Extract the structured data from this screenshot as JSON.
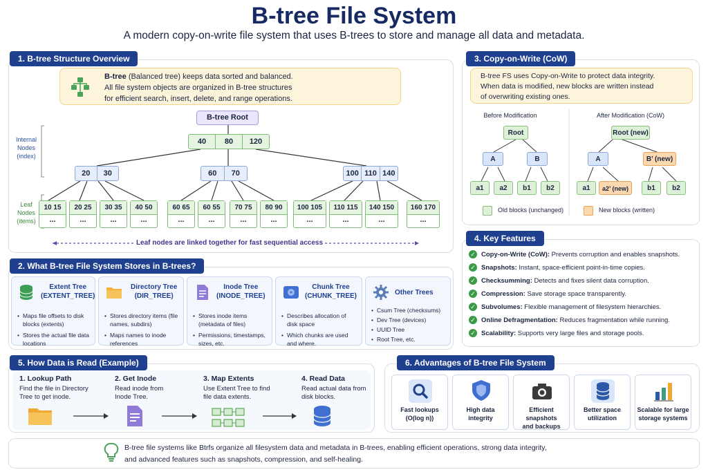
{
  "header": {
    "title": "B-tree File System",
    "subtitle": "A modern copy-on-write file system that uses B-trees to store and manage all data and metadata."
  },
  "section1": {
    "heading": "1. B-tree Structure Overview",
    "callout_line1_bold": "B-tree",
    "callout_line1_rest": " (Balanced tree) keeps data sorted and balanced.",
    "callout_line2": "All file system objects are organized in B-tree structures",
    "callout_line3": "for efficient search, insert, delete, and range operations.",
    "root_label": "B-tree Root",
    "root_keys": [
      "40",
      "80",
      "120"
    ],
    "internal_label": "Internal Nodes (index)",
    "leaf_label": "Leaf Nodes (items)",
    "internal_nodes": [
      [
        "20",
        "30"
      ],
      [
        "60",
        "70"
      ],
      [
        "100",
        "110",
        "140"
      ]
    ],
    "leaves": [
      [
        "10",
        "15"
      ],
      [
        "20",
        "25"
      ],
      [
        "30",
        "35"
      ],
      [
        "40",
        "50"
      ],
      [
        "60",
        "65"
      ],
      [
        "60",
        "55"
      ],
      [
        "70",
        "75"
      ],
      [
        "80",
        "90"
      ],
      [
        "100",
        "105"
      ],
      [
        "110",
        "115"
      ],
      [
        "140",
        "150"
      ],
      [
        "160",
        "170"
      ]
    ],
    "ellipsis": "...",
    "leaf_link_note": "Leaf nodes are linked together for fast sequential access"
  },
  "section2": {
    "heading": "2. What B-tree File System Stores in B-trees?",
    "cards": [
      {
        "title": "Extent Tree",
        "subtitle": "(EXTENT_TREE)",
        "icon": "database-icon",
        "items": [
          "Maps file offsets to disk blocks (extents)",
          "Stores the actual file data locations"
        ]
      },
      {
        "title": "Directory Tree",
        "subtitle": "(DIR_TREE)",
        "icon": "folder-icon",
        "items": [
          "Stores directory items (file names, subdirs)",
          "Maps names to inode references"
        ]
      },
      {
        "title": "Inode Tree",
        "subtitle": "(INODE_TREE)",
        "icon": "file-icon",
        "items": [
          "Stores inode items (metadata of files)",
          "Permissions, timestamps, sizes, etc."
        ]
      },
      {
        "title": "Chunk Tree",
        "subtitle": "(CHUNK_TREE)",
        "icon": "disk-icon",
        "items": [
          "Describes allocation of disk space",
          "Which chunks are used and where."
        ]
      },
      {
        "title": "Other Trees",
        "subtitle": "",
        "icon": "gear-icon",
        "items": [
          "Csum Tree (checksums)",
          "Dev Tree (devices)",
          "UUID Tree",
          "Root Tree, etc."
        ]
      }
    ]
  },
  "section3": {
    "heading": "3. Copy-on-Write (CoW)",
    "callout_line1": "B-tree FS uses Copy-on-Write to protect data integrity.",
    "callout_line2": "When data is modified, new blocks are written instead",
    "callout_line3": "of overwriting existing ones.",
    "before_label": "Before Modification",
    "after_label": "After Modification (CoW)",
    "root": "Root",
    "root_new": "Root (new)",
    "a": "A",
    "b": "B",
    "b_new": "B’ (new)",
    "a1": "a1",
    "a2": "a2",
    "a2_new": "a2’ (new)",
    "b1": "b1",
    "b2": "b2",
    "legend_old": "Old blocks (unchanged)",
    "legend_new": "New blocks (written)",
    "colors": {
      "old": "#dff0d8",
      "new": "#fbd9b0",
      "index": "#d9e6fa"
    }
  },
  "section4": {
    "heading": "4. Key Features",
    "features": [
      {
        "name": "Copy-on-Write (CoW):",
        "desc": " Prevents corruption and enables snapshots."
      },
      {
        "name": "Snapshots:",
        "desc": " Instant, space-efficient point-in-time copies."
      },
      {
        "name": "Checksumming:",
        "desc": " Detects and fixes silent data corruption."
      },
      {
        "name": "Compression:",
        "desc": " Save storage space transparently."
      },
      {
        "name": "Subvolumes:",
        "desc": " Flexible management of filesystem hierarchies."
      },
      {
        "name": "Online Defragmentation:",
        "desc": " Reduces fragmentation while running."
      },
      {
        "name": "Scalability:",
        "desc": " Supports very large files and storage pools."
      }
    ]
  },
  "section5": {
    "heading": "5. How Data is Read (Example)",
    "steps": [
      {
        "title": "1. Lookup Path",
        "line1": "Find the file in Directory",
        "line2": "Tree to get inode.",
        "icon": "folder-icon"
      },
      {
        "title": "2. Get Inode",
        "line1": "Read inode from",
        "line2": "Inode Tree.",
        "icon": "file-icon"
      },
      {
        "title": "3. Map Extents",
        "line1": "Use Extent Tree to find",
        "line2": "file data extents.",
        "icon": "blocks-icon"
      },
      {
        "title": "4. Read Data",
        "line1": "Read actual data from",
        "line2": "disk blocks.",
        "icon": "database-icon"
      }
    ]
  },
  "section6": {
    "heading": "6. Advantages of B-tree File System",
    "items": [
      {
        "line1": "Fast lookups",
        "line2": "(O(log n))",
        "icon": "magnifier-icon"
      },
      {
        "line1": "High data",
        "line2": "integrity",
        "icon": "shield-icon"
      },
      {
        "line1": "Efficient snapshots",
        "line2": "and backups",
        "icon": "camera-icon"
      },
      {
        "line1": "Better space",
        "line2": "utilization",
        "icon": "database-icon"
      },
      {
        "line1": "Scalable for large",
        "line2": "storage systems",
        "icon": "bar-chart-icon"
      }
    ]
  },
  "footer": {
    "line1": "B-tree file systems like Btrfs organize all filesystem data and metadata in B-trees, enabling efficient operations, strong data integrity,",
    "line2": "and advanced features such as snapshots, compression, and self-healing."
  }
}
